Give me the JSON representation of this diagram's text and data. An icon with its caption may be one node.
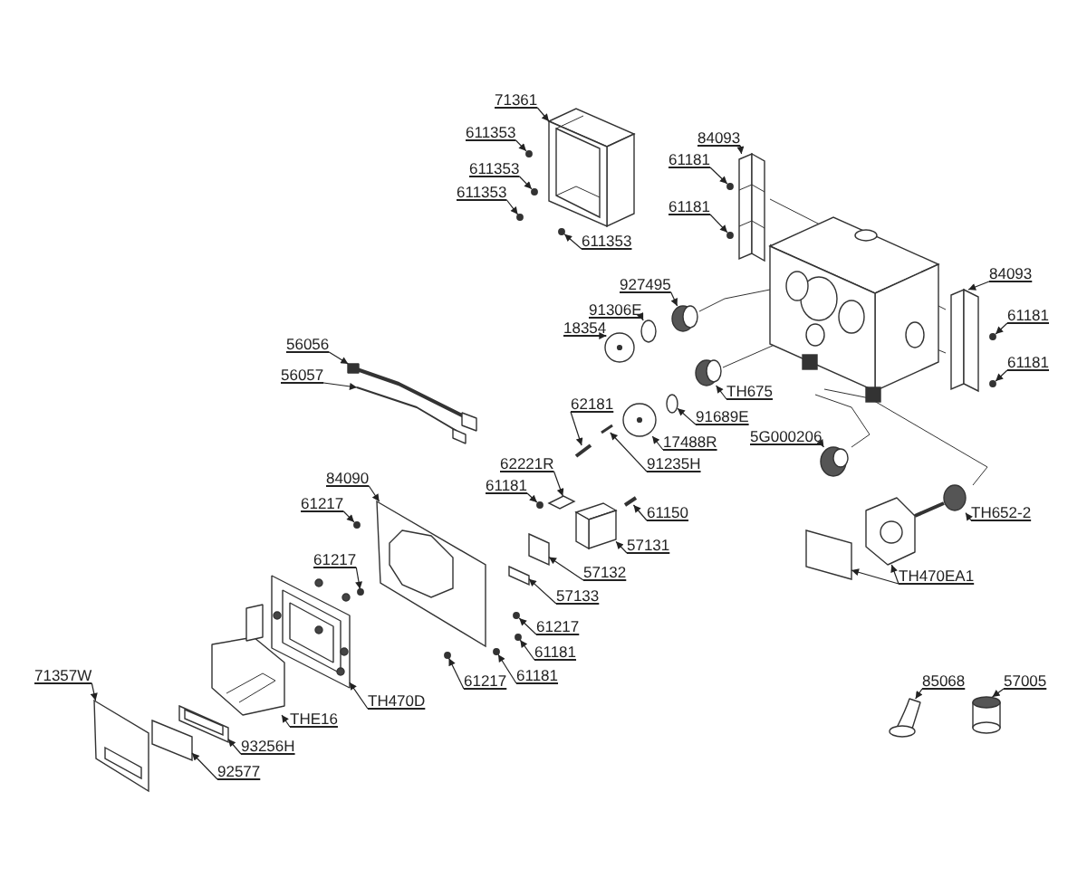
{
  "diagram": {
    "nodes": [
      {
        "text": [
          "71361"
        ]
      },
      {
        "text": [
          "611353"
        ]
      },
      {
        "text": [
          "84093"
        ]
      },
      {
        "text": [
          "61181"
        ]
      },
      {
        "text": [
          "611353"
        ]
      },
      {
        "text": [
          "611353"
        ]
      },
      {
        "text": [
          "61181"
        ]
      },
      {
        "text": [
          "611353"
        ]
      },
      {
        "text": [
          "84093"
        ]
      },
      {
        "text": [
          "927495"
        ]
      },
      {
        "text": [
          "91306E"
        ]
      },
      {
        "text": [
          "61181"
        ]
      },
      {
        "text": [
          "18354"
        ]
      },
      {
        "text": [
          "61181"
        ]
      },
      {
        "text": [
          "TH675"
        ]
      },
      {
        "text": [
          "56056"
        ]
      },
      {
        "text": [
          "56057"
        ]
      },
      {
        "text": [
          "62181"
        ]
      },
      {
        "text": [
          "91689E"
        ]
      },
      {
        "text": [
          "5G000206"
        ]
      },
      {
        "text": [
          "17488R"
        ]
      },
      {
        "text": [
          "91235H"
        ]
      },
      {
        "text": [
          "62221R"
        ]
      },
      {
        "text": [
          "84090"
        ]
      },
      {
        "text": [
          "61181"
        ]
      },
      {
        "text": [
          "61217"
        ]
      },
      {
        "text": [
          "61150"
        ]
      },
      {
        "text": [
          "TH652-2"
        ]
      },
      {
        "text": [
          "57131"
        ]
      },
      {
        "text": [
          "61217"
        ]
      },
      {
        "text": [
          "57132"
        ]
      },
      {
        "text": [
          "TH470EA1"
        ]
      },
      {
        "text": [
          "57133"
        ]
      },
      {
        "text": [
          "61217"
        ]
      },
      {
        "text": [
          "61181"
        ]
      },
      {
        "text": [
          "61181"
        ]
      },
      {
        "text": [
          "71357W"
        ]
      },
      {
        "text": [
          "61217"
        ]
      },
      {
        "text": [
          "85068"
        ]
      },
      {
        "text": [
          "57005"
        ]
      },
      {
        "text": [
          "TH470D"
        ]
      },
      {
        "text": [
          "THE16"
        ]
      },
      {
        "text": [
          "93256H"
        ]
      },
      {
        "text": [
          "92577"
        ]
      },
      {
        "text": [],
        "shape": "box"
      },
      {
        "text": [],
        "shape": "circle"
      },
      {
        "text": [],
        "shape": "box"
      },
      {
        "text": [],
        "shape": "circle"
      },
      {
        "text": [],
        "shape": "circle"
      },
      {
        "text": [],
        "shape": "circle"
      },
      {
        "text": [],
        "shape": "circle"
      },
      {
        "text": [],
        "shape": "circle"
      },
      {
        "text": [],
        "shape": "box"
      },
      {
        "text": [],
        "shape": "circle"
      },
      {
        "text": [],
        "shape": "circle"
      },
      {
        "text": [],
        "shape": "circle"
      },
      {
        "text": [],
        "shape": "circle"
      },
      {
        "text": [],
        "shape": "circle"
      },
      {
        "text": [],
        "shape": "circle"
      },
      {
        "text": [],
        "shape": "picture"
      },
      {
        "text": [],
        "shape": "picture"
      },
      {
        "text": [],
        "shape": "bar"
      },
      {
        "text": [],
        "shape": "circle"
      },
      {
        "text": [],
        "shape": "circle"
      },
      {
        "text": [],
        "shape": "circle"
      },
      {
        "text": [],
        "shape": "bar"
      },
      {
        "text": [],
        "shape": "diamond"
      },
      {
        "text": [],
        "shape": "box"
      },
      {
        "text": [],
        "shape": "circle"
      },
      {
        "text": [],
        "shape": "circle"
      },
      {
        "text": [],
        "shape": "bar"
      },
      {
        "text": [],
        "shape": "circle"
      },
      {
        "text": [],
        "shape": "box"
      },
      {
        "text": [],
        "shape": "circle"
      },
      {
        "text": [],
        "shape": "box"
      },
      {
        "text": [],
        "shape": "picture"
      },
      {
        "text": [],
        "shape": "box"
      },
      {
        "text": [],
        "shape": "box"
      },
      {
        "text": [],
        "shape": "circle"
      },
      {
        "text": [],
        "shape": "circle"
      },
      {
        "text": [],
        "shape": "circle"
      },
      {
        "text": [],
        "shape": "box"
      },
      {
        "text": [],
        "shape": "circle"
      },
      {
        "text": [],
        "shape": "picture"
      },
      {
        "text": [],
        "shape": "cylinder"
      },
      {
        "text": [],
        "shape": "picture"
      },
      {
        "text": [],
        "shape": "picture"
      },
      {
        "text": [],
        "shape": "box"
      },
      {
        "text": [],
        "shape": "box"
      }
    ],
    "edges": [
      {
        "from": 0,
        "to": 44,
        "arrow": "to"
      },
      {
        "from": 1,
        "to": 45,
        "arrow": "to"
      },
      {
        "from": 2,
        "to": 46,
        "arrow": "to"
      },
      {
        "from": 3,
        "to": 47,
        "arrow": "to"
      },
      {
        "from": 4,
        "to": 48,
        "arrow": "to"
      },
      {
        "from": 5,
        "to": 49,
        "arrow": "to"
      },
      {
        "from": 6,
        "to": 50,
        "arrow": "to"
      },
      {
        "from": 7,
        "to": 51,
        "arrow": "to"
      },
      {
        "from": 8,
        "to": 52,
        "arrow": "to"
      },
      {
        "from": 9,
        "to": 53,
        "arrow": "to"
      },
      {
        "from": 10,
        "to": 54,
        "arrow": "to"
      },
      {
        "from": 11,
        "to": 55,
        "arrow": "to"
      },
      {
        "from": 12,
        "to": 56,
        "arrow": "to"
      },
      {
        "from": 13,
        "to": 57,
        "arrow": "to"
      },
      {
        "from": 14,
        "to": 58,
        "arrow": "to"
      },
      {
        "from": 15,
        "to": 59,
        "arrow": "to"
      },
      {
        "from": 16,
        "to": 60,
        "arrow": "to"
      },
      {
        "from": 17,
        "to": 61,
        "arrow": "to"
      },
      {
        "from": 18,
        "to": 62,
        "arrow": "to"
      },
      {
        "from": 19,
        "to": 63,
        "arrow": "to"
      },
      {
        "from": 20,
        "to": 64,
        "arrow": "to"
      },
      {
        "from": 21,
        "to": 65,
        "arrow": "to"
      },
      {
        "from": 22,
        "to": 66,
        "arrow": "to"
      },
      {
        "from": 23,
        "to": 67,
        "arrow": "to"
      },
      {
        "from": 24,
        "to": 68,
        "arrow": "to"
      },
      {
        "from": 25,
        "to": 69,
        "arrow": "to"
      },
      {
        "from": 26,
        "to": 70,
        "arrow": "to"
      },
      {
        "from": 27,
        "to": 71,
        "arrow": "to"
      },
      {
        "from": 28,
        "to": 72,
        "arrow": "to"
      },
      {
        "from": 29,
        "to": 73,
        "arrow": "to"
      },
      {
        "from": 30,
        "to": 74,
        "arrow": "to"
      },
      {
        "from": 31,
        "to": 75,
        "arrow": "to"
      },
      {
        "from": 31,
        "to": 76,
        "arrow": "to"
      },
      {
        "from": 32,
        "to": 77,
        "arrow": "to"
      },
      {
        "from": 33,
        "to": 78,
        "arrow": "to"
      },
      {
        "from": 34,
        "to": 79,
        "arrow": "to"
      },
      {
        "from": 35,
        "to": 80,
        "arrow": "to"
      },
      {
        "from": 36,
        "to": 81,
        "arrow": "to"
      },
      {
        "from": 37,
        "to": 82,
        "arrow": "to"
      },
      {
        "from": 38,
        "to": 83,
        "arrow": "to"
      },
      {
        "from": 39,
        "to": 84,
        "arrow": "to"
      },
      {
        "from": 40,
        "to": 85,
        "arrow": "to"
      },
      {
        "from": 41,
        "to": 86,
        "arrow": "to"
      },
      {
        "from": 42,
        "to": 87,
        "arrow": "to"
      },
      {
        "from": 43,
        "to": 88,
        "arrow": "to"
      }
    ]
  }
}
